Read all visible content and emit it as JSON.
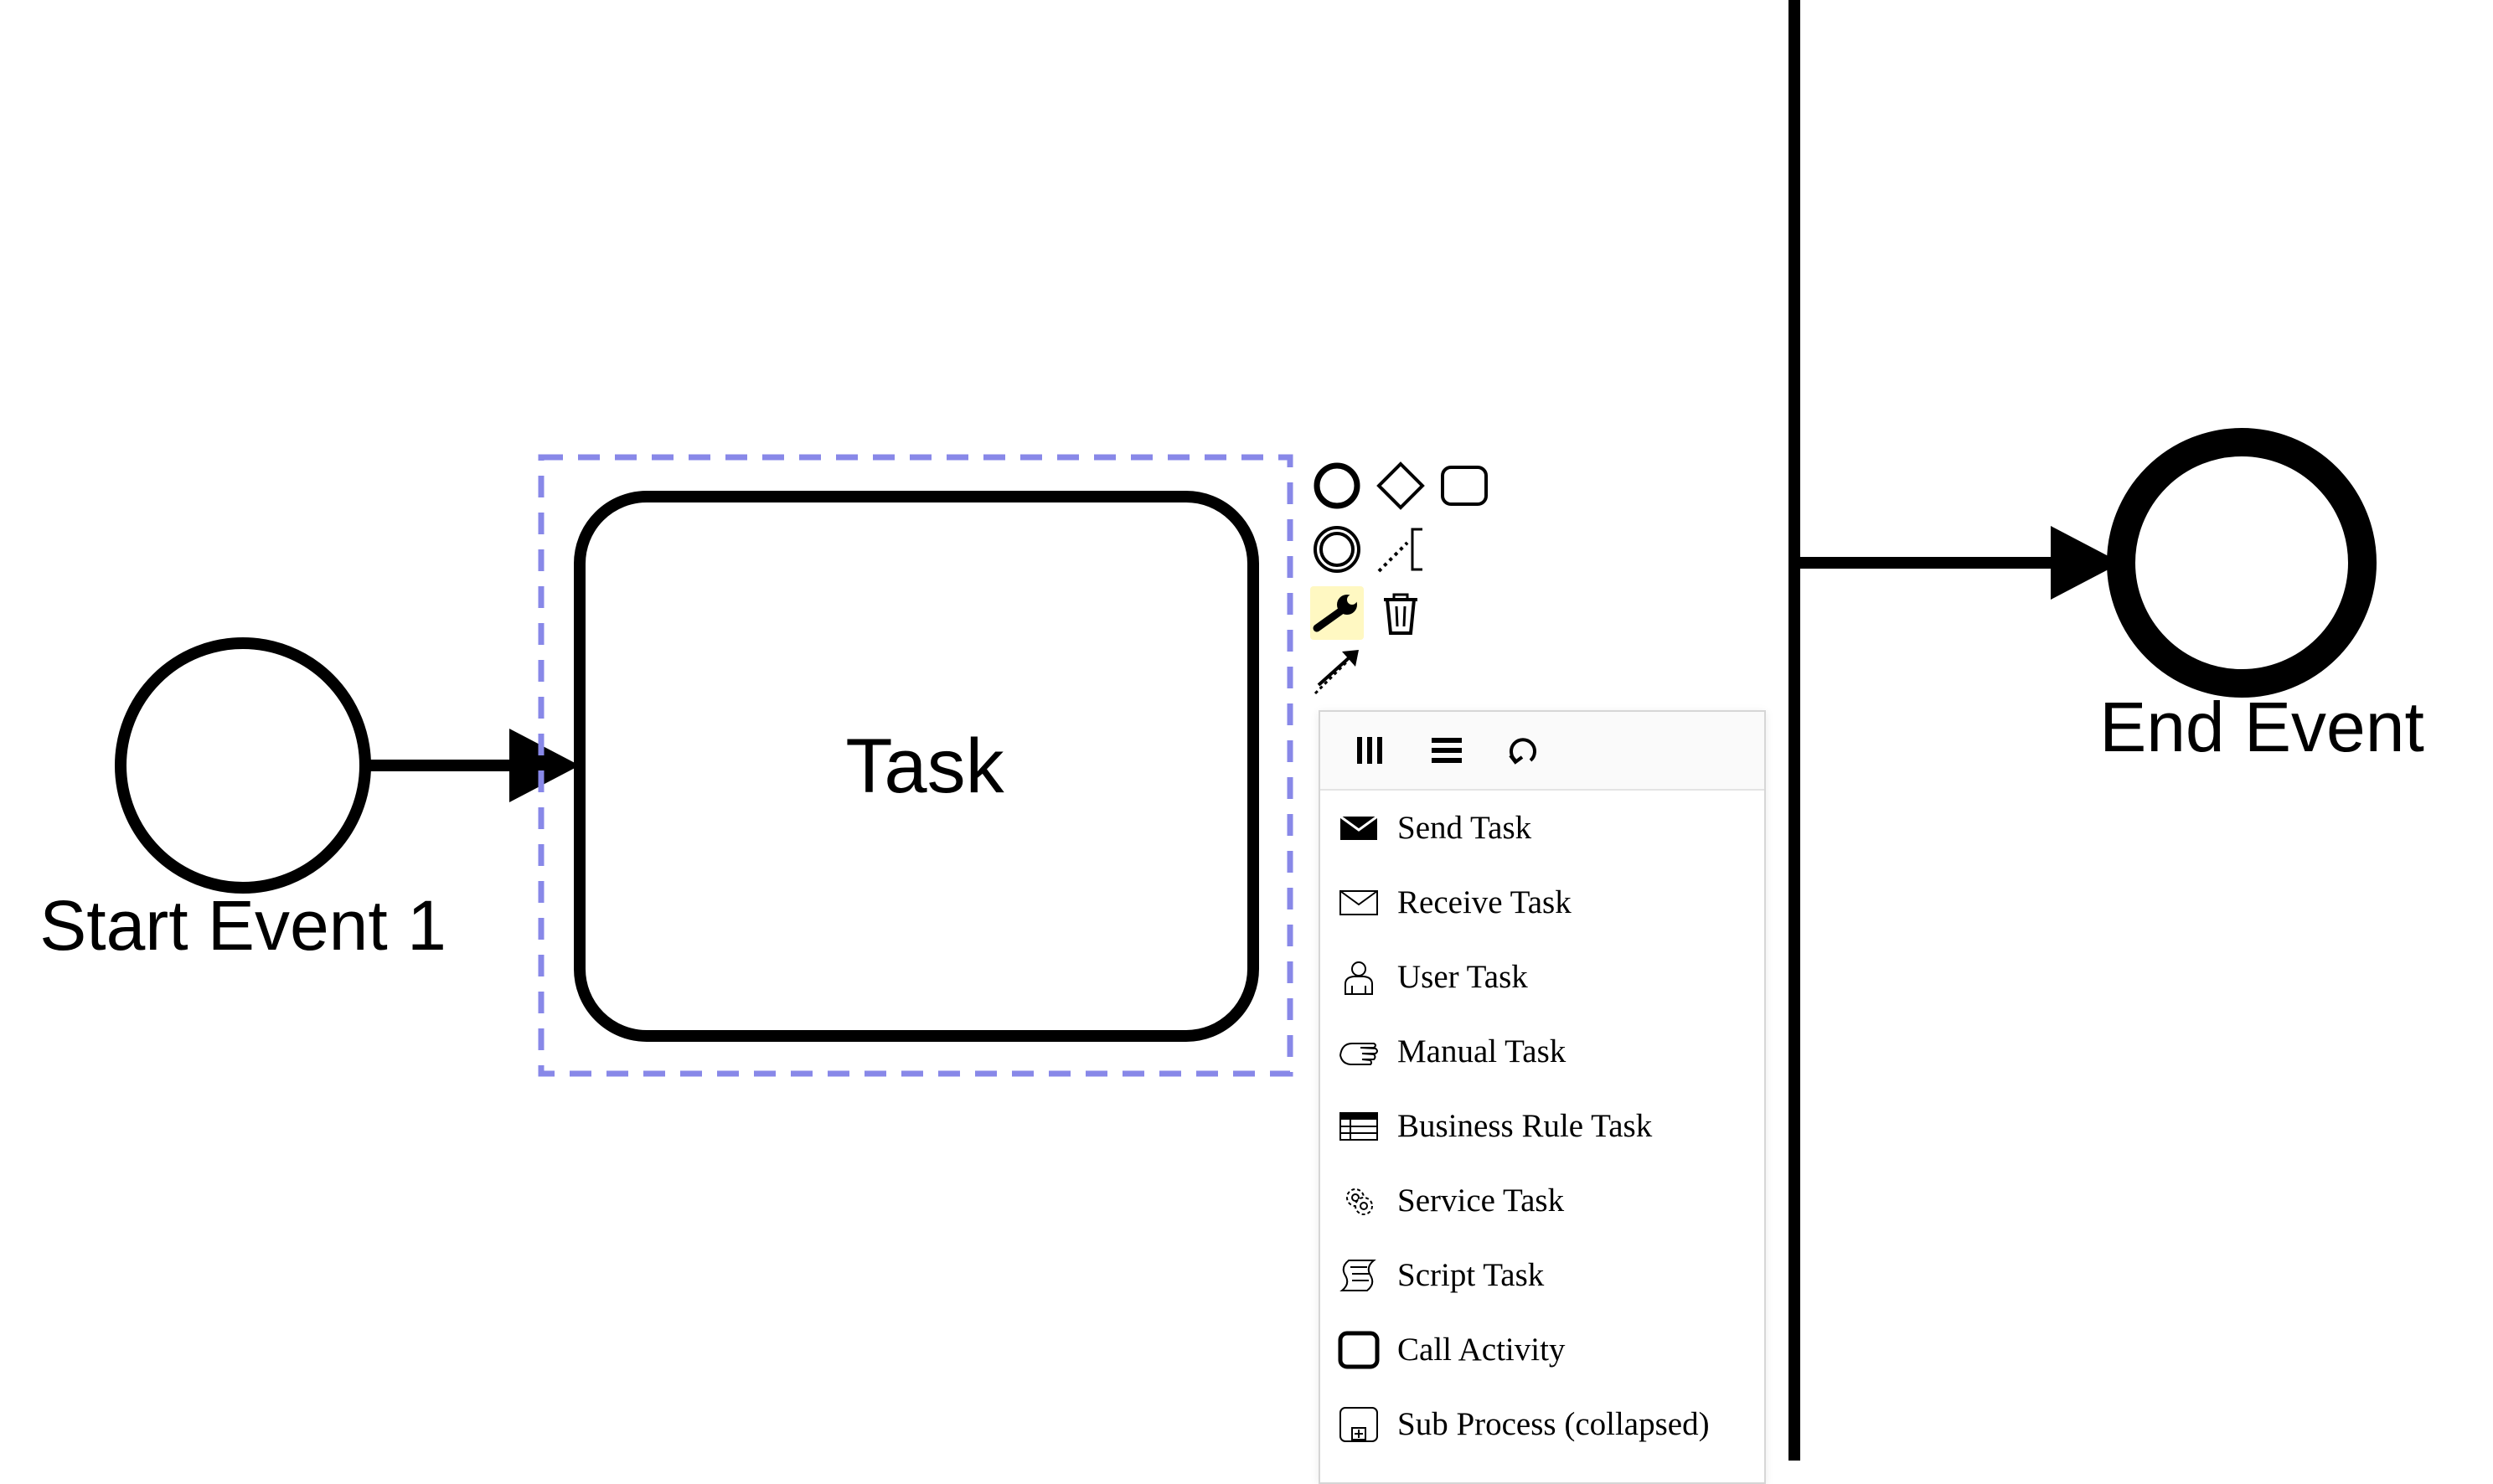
{
  "diagram": {
    "task_label": "Task",
    "start_event_label": "Start Event 1",
    "end_event_label": "End Event"
  },
  "context_pad": {
    "entries": [
      {
        "icon": "start-event-icon"
      },
      {
        "icon": "gateway-icon"
      },
      {
        "icon": "task-icon"
      },
      {
        "icon": "intermediate-event-icon"
      },
      {
        "icon": "text-annotation-icon"
      },
      {
        "icon": "wrench-icon",
        "active": true
      },
      {
        "icon": "trash-icon"
      },
      {
        "icon": "connect-icon"
      }
    ],
    "active_color": "#fff8c2"
  },
  "replace_menu": {
    "header_icons": [
      "parallel-multi-instance-icon",
      "sequential-multi-instance-icon",
      "loop-icon"
    ],
    "items": [
      {
        "label": "Send Task",
        "icon": "send-task-icon"
      },
      {
        "label": "Receive Task",
        "icon": "receive-task-icon"
      },
      {
        "label": "User Task",
        "icon": "user-task-icon"
      },
      {
        "label": "Manual Task",
        "icon": "manual-task-icon"
      },
      {
        "label": "Business Rule Task",
        "icon": "business-rule-task-icon"
      },
      {
        "label": "Service Task",
        "icon": "service-task-icon"
      },
      {
        "label": "Script Task",
        "icon": "script-task-icon"
      },
      {
        "label": "Call Activity",
        "icon": "call-activity-icon"
      },
      {
        "label": "Sub Process (collapsed)",
        "icon": "sub-process-collapsed-icon"
      }
    ]
  },
  "colors": {
    "selection_outline": "#8888e8",
    "stroke": "#000000",
    "menu_header_bg": "#fafafa",
    "menu_border": "#d6d6d6"
  }
}
